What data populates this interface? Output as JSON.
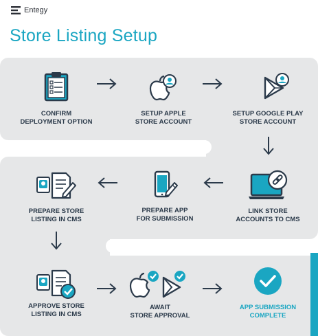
{
  "brand": {
    "name": "Entegy"
  },
  "page": {
    "title": "Store Listing Setup"
  },
  "colors": {
    "accent": "#1aa6c2",
    "panel": "#e6e7e8",
    "icon_dark": "#2b3a4a",
    "background": "#ffffff"
  },
  "steps": [
    {
      "label": "CONFIRM\nDEPLOYMENT OPTION",
      "icon": "clipboard-checklist-icon"
    },
    {
      "label": "SETUP APPLE\nSTORE ACCOUNT",
      "icon": "apple-account-icon"
    },
    {
      "label": "SETUP GOOGLE PLAY\nSTORE ACCOUNT",
      "icon": "google-play-account-icon"
    },
    {
      "label": "LINK STORE\nACCOUNTS TO CMS",
      "icon": "laptop-link-icon"
    },
    {
      "label": "PREPARE APP\nFOR SUBMISSION",
      "icon": "phone-pencil-icon"
    },
    {
      "label": "PREPARE STORE\nLISTING IN CMS",
      "icon": "listing-edit-icon"
    },
    {
      "label": "APPROVE STORE\nLISTING IN CMS",
      "icon": "listing-approve-icon"
    },
    {
      "label": "AWAIT\nSTORE APPROVAL",
      "icon": "store-approval-icon"
    },
    {
      "label": "APP SUBMISSION\nCOMPLETE",
      "icon": "complete-check-icon"
    }
  ]
}
